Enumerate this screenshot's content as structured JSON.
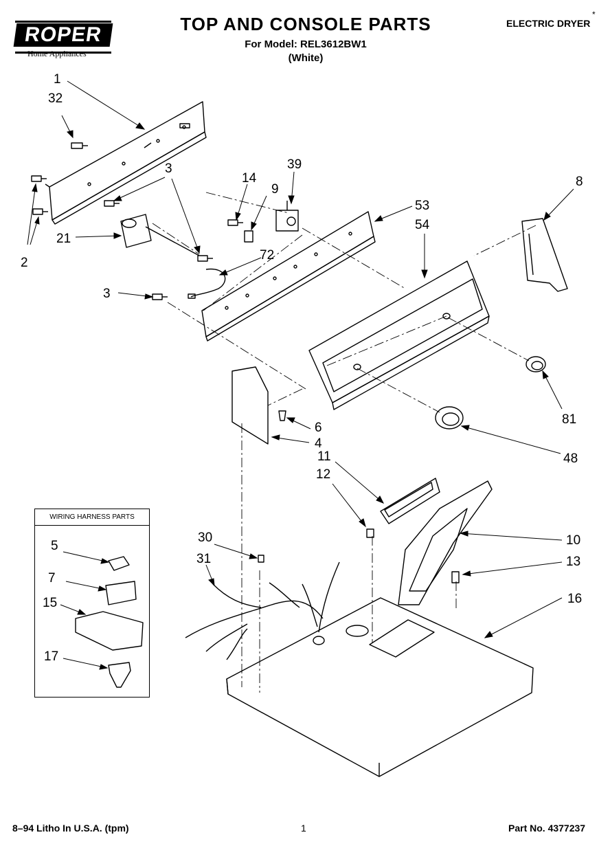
{
  "header": {
    "brand": "ROPER",
    "brand_sub": "Home Appliances",
    "title": "TOP AND CONSOLE PARTS",
    "model_line": "For Model: REL3612BW1",
    "color_line": "(White)",
    "product": "ELECTRIC DRYER",
    "product_mark": "*"
  },
  "wiring_box": {
    "title": "WIRING HARNESS PARTS"
  },
  "callouts": {
    "c1": "1",
    "c32": "32",
    "c3a": "3",
    "c2": "2",
    "c21": "21",
    "c14": "14",
    "c9": "9",
    "c39": "39",
    "c8": "8",
    "c53": "53",
    "c54": "54",
    "c72": "72",
    "c3b": "3",
    "c6": "6",
    "c4": "4",
    "c81": "81",
    "c48": "48",
    "c11": "11",
    "c12": "12",
    "c10": "10",
    "c13": "13",
    "c16": "16",
    "c30": "30",
    "c31": "31",
    "c5": "5",
    "c7": "7",
    "c15": "15",
    "c17": "17"
  },
  "footer": {
    "left": "8–94 Litho In U.S.A. (tpm)",
    "center": "1",
    "right": "Part No. 4377237"
  }
}
